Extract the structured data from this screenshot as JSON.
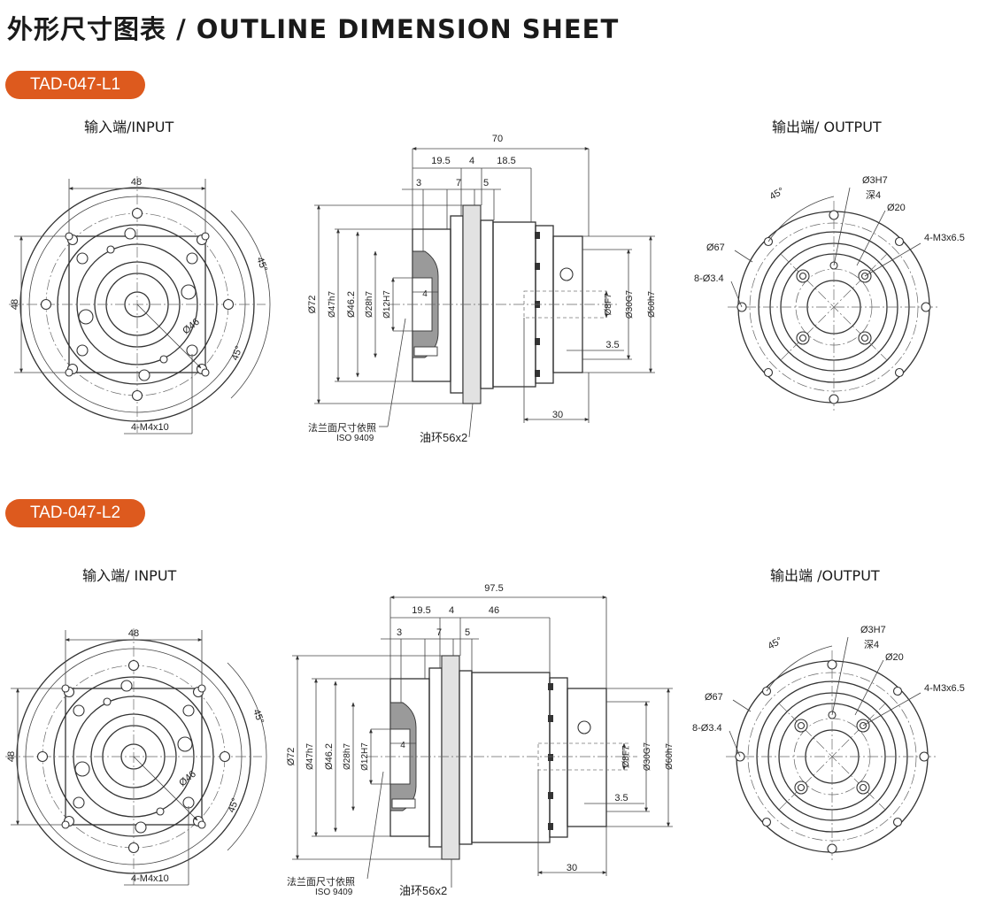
{
  "header": {
    "title": "外形尺寸图表 / OUTLINE DIMENSION SHEET"
  },
  "colors": {
    "accent": "#dd5a1e",
    "line": "#333333"
  },
  "sections": [
    {
      "model": "TAD-047-L1",
      "input_label": "输入端/INPUT",
      "output_label": "输出端/ OUTPUT",
      "input_dims": {
        "width": "48",
        "height": "48",
        "pcd": "Ø46",
        "angle_a": "45°",
        "angle_b": "45°",
        "tapped": "4-M4x10"
      },
      "side_dims": {
        "overall": "70",
        "d1": "19.5",
        "d2": "4",
        "d3": "18.5",
        "d4": "3",
        "d5": "7",
        "d6": "5",
        "inner_len": "4",
        "shaft_len": "30",
        "key": "3.5",
        "dia_flange": "Ø72",
        "dia_pilot": "Ø47h7",
        "dia_body": "Ø46.2",
        "dia_bore": "Ø28h7",
        "dia_hole": "Ø12H7",
        "dia_key": "Ø8F7",
        "dia_shaft": "Ø30G7",
        "dia_out": "Ø60h7",
        "note_cn": "法兰面尺寸依照",
        "note_iso": "ISO 9409",
        "oil_ring": "油环56x2"
      },
      "output_dims": {
        "pin": "Ø3H7",
        "depth": "深4",
        "pcd_small": "Ø20",
        "tapped": "4-M3x6.5",
        "pcd_large": "Ø67",
        "holes": "8-Ø3.4",
        "angle": "45°"
      }
    },
    {
      "model": "TAD-047-L2",
      "input_label": "输入端/ INPUT",
      "output_label": "输出端 /OUTPUT",
      "input_dims": {
        "width": "48",
        "height": "48",
        "pcd": "Ø46",
        "angle_a": "45°",
        "angle_b": "45°",
        "tapped": "4-M4x10"
      },
      "side_dims": {
        "overall": "97.5",
        "d1": "19.5",
        "d2": "4",
        "d3": "46",
        "d4": "3",
        "d5": "7",
        "d6": "5",
        "inner_len": "4",
        "shaft_len": "30",
        "key": "3.5",
        "dia_flange": "Ø72",
        "dia_pilot": "Ø47h7",
        "dia_body": "Ø46.2",
        "dia_bore": "Ø28h7",
        "dia_hole": "Ø12H7",
        "dia_key": "Ø8F7",
        "dia_shaft": "Ø30G7",
        "dia_out": "Ø60h7",
        "note_cn": "法兰面尺寸依照",
        "note_iso": "ISO 9409",
        "oil_ring": "油环56x2"
      },
      "output_dims": {
        "pin": "Ø3H7",
        "depth": "深4",
        "pcd_small": "Ø20",
        "tapped": "4-M3x6.5",
        "pcd_large": "Ø67",
        "holes": "8-Ø3.4",
        "angle": "45°"
      }
    }
  ]
}
